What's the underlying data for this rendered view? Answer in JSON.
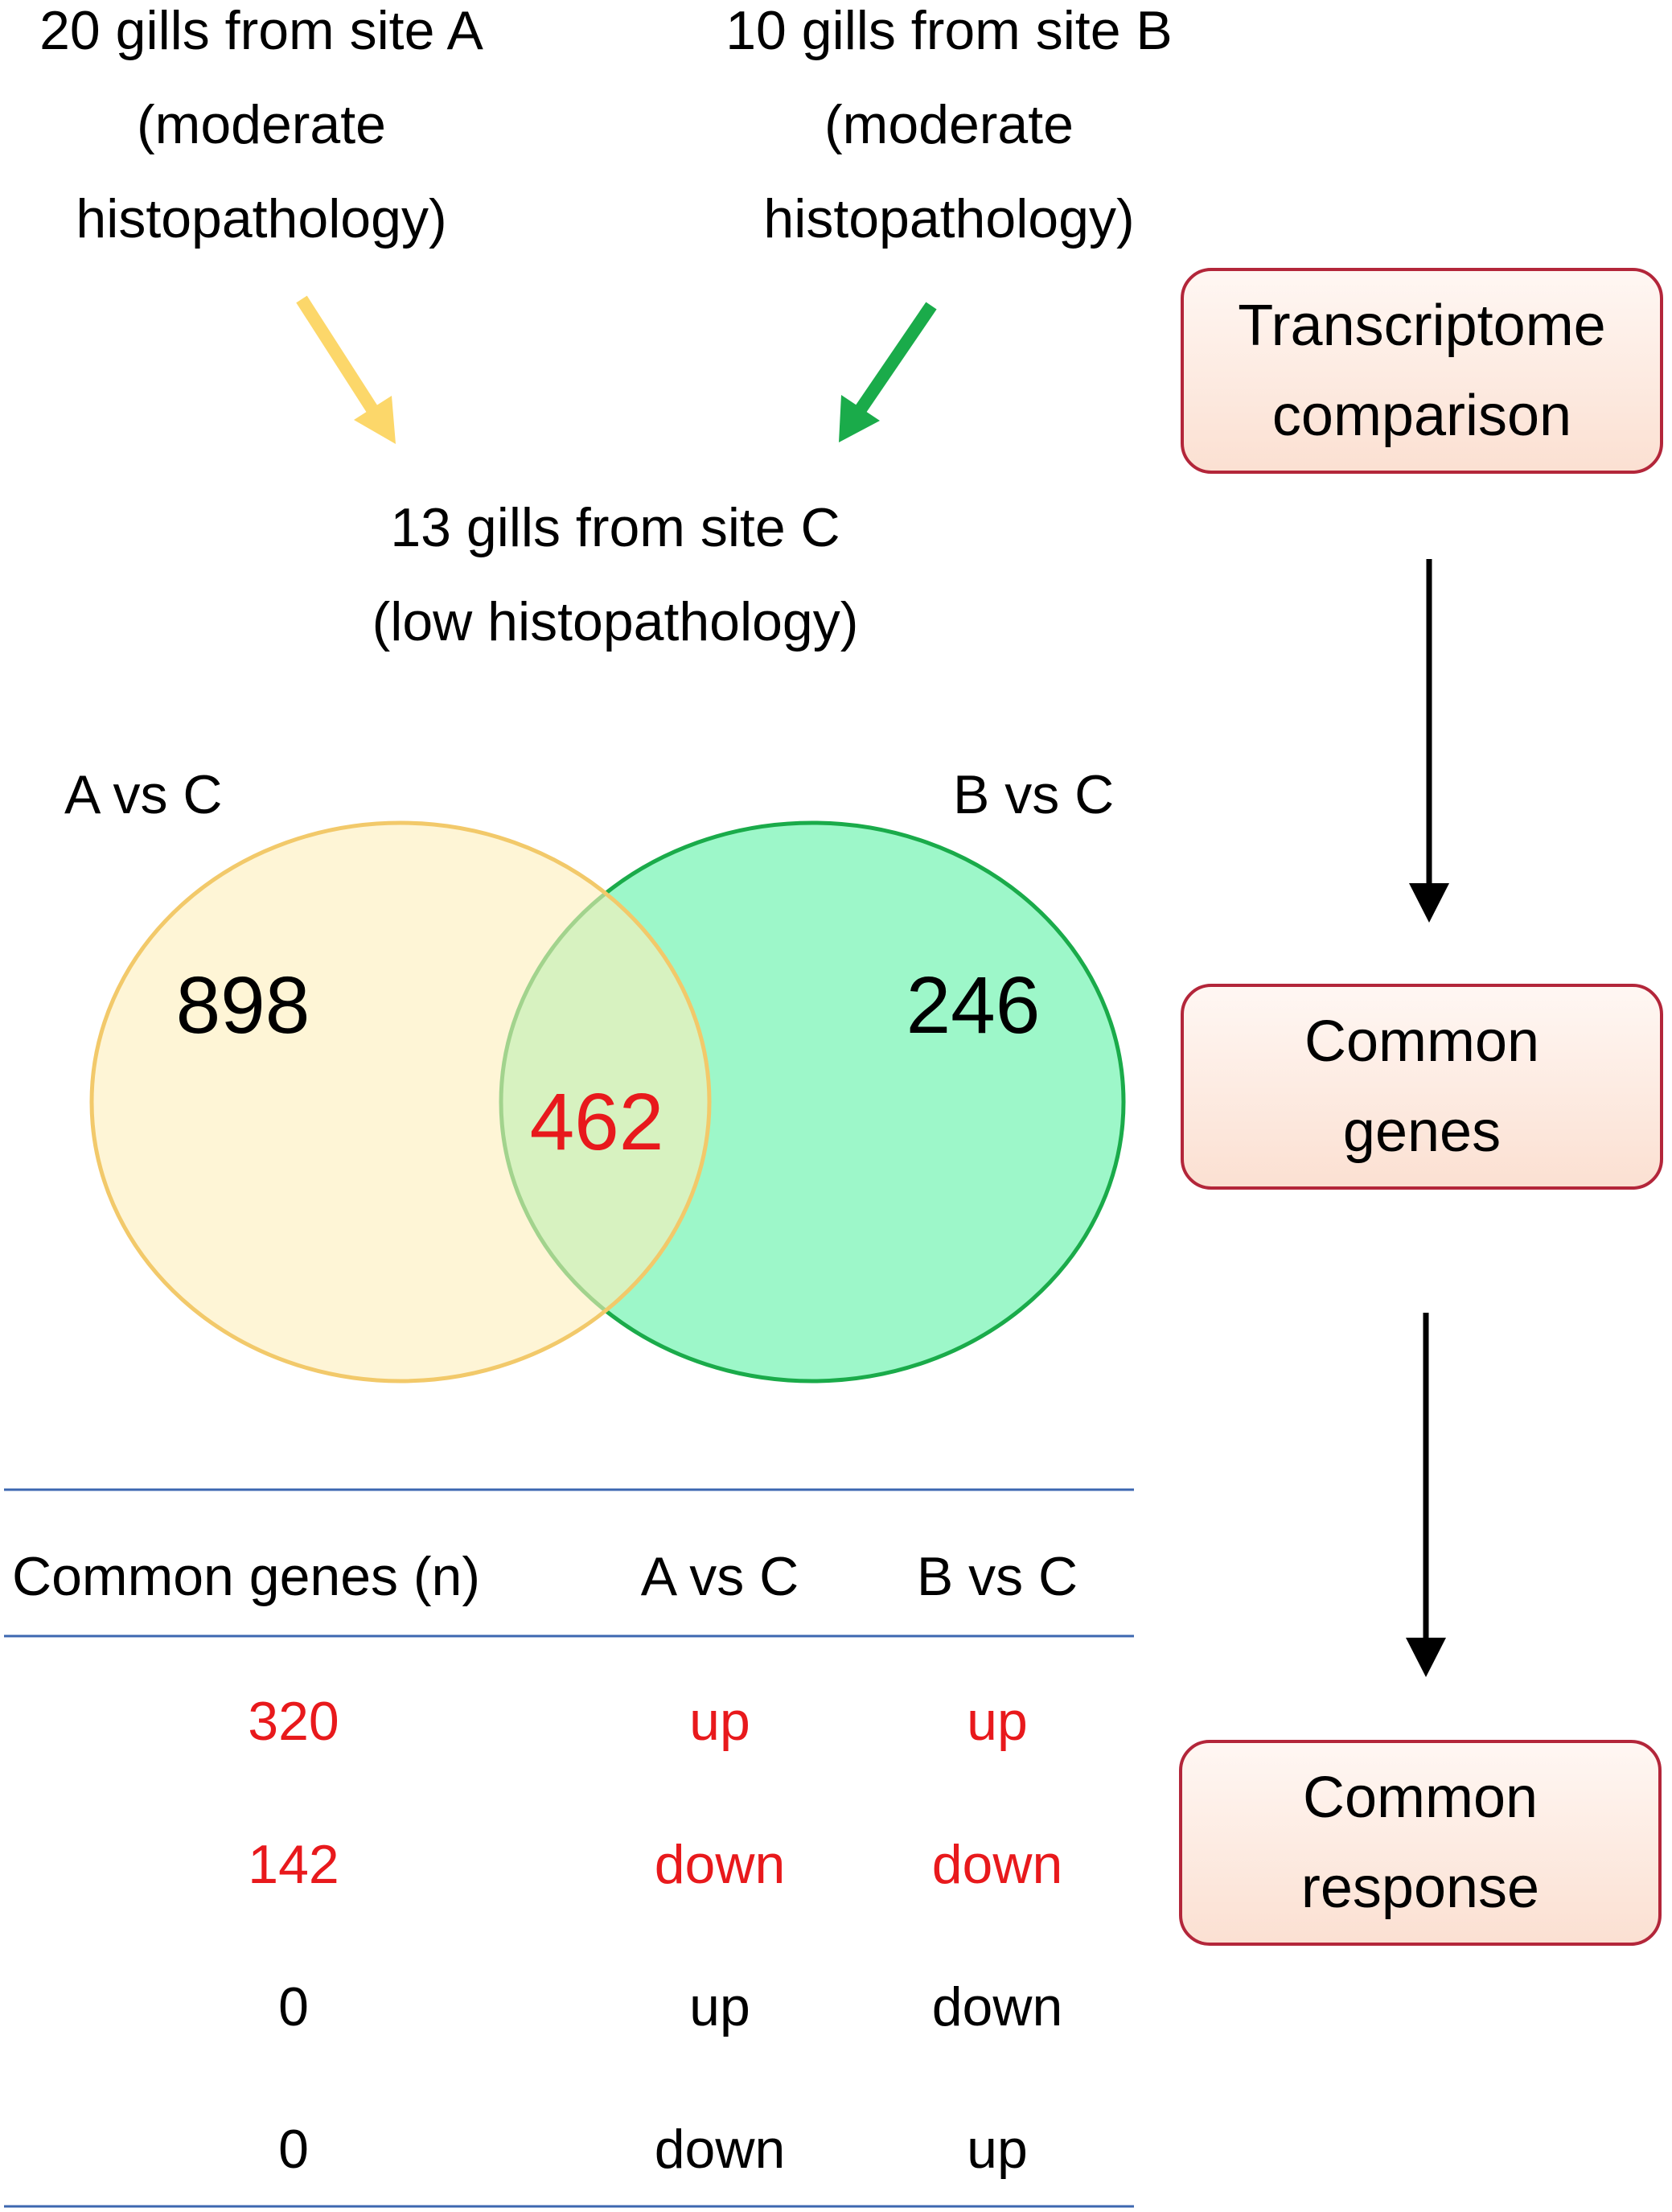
{
  "sources": {
    "site_a": [
      "20 gills from site A",
      "(moderate",
      "histopathology)"
    ],
    "site_b": [
      "10 gills from site B",
      "(moderate",
      "histopathology)"
    ],
    "site_c": [
      "13 gills from site C",
      "(low histopathology)"
    ]
  },
  "colors": {
    "site_a_arrow": "#fcd76a",
    "site_b_arrow": "#1aab4a",
    "set_a_fill": "#fdeeba",
    "set_a_stroke": "#f2c96a",
    "set_b_fill": "#7ff2b8",
    "set_b_stroke": "#1aab4a",
    "highlight_red": "#e8191c",
    "table_rule": "#3c67b0",
    "box_border": "#b3263a"
  },
  "venn": {
    "set_a_label": "A vs C",
    "set_b_label": "B vs C",
    "only_a": "898",
    "only_b": "246",
    "shared": "462"
  },
  "table": {
    "headers": [
      "Common genes (n)",
      "A vs C",
      "B vs C"
    ],
    "rows": [
      {
        "n": "320",
        "a": "up",
        "b": "up",
        "highlight": true
      },
      {
        "n": "142",
        "a": "down",
        "b": "down",
        "highlight": true
      },
      {
        "n": "0",
        "a": "up",
        "b": "down",
        "highlight": false
      },
      {
        "n": "0",
        "a": "down",
        "b": "up",
        "highlight": false
      }
    ]
  },
  "steps": {
    "step1": [
      "Transcriptome",
      "comparison"
    ],
    "step2": [
      "Common",
      "genes"
    ],
    "step3": [
      "Common",
      "response"
    ]
  }
}
